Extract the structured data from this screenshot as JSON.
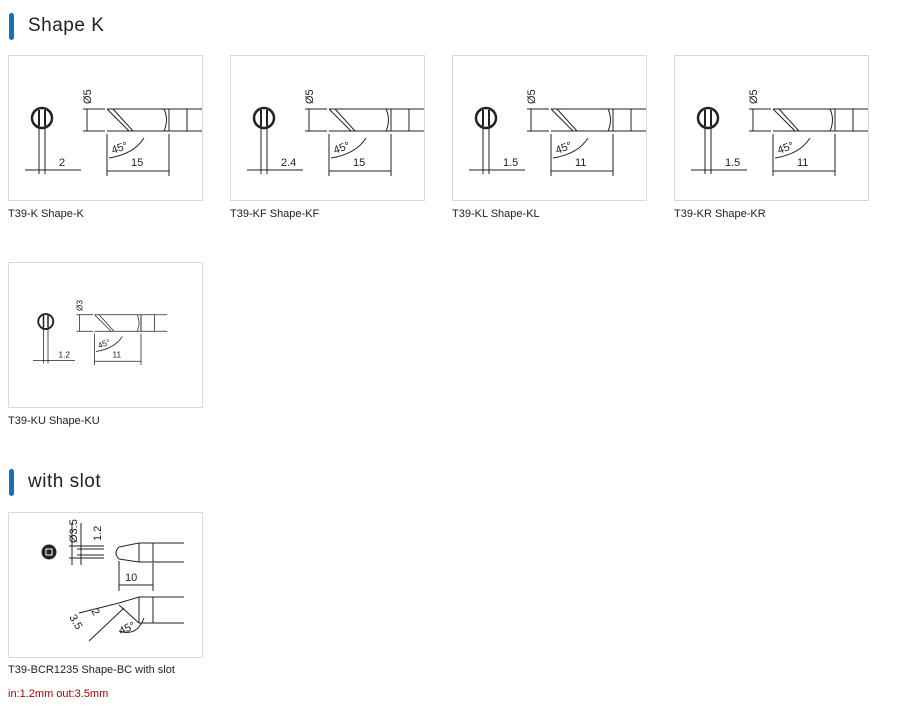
{
  "sections": [
    {
      "title": "Shape K"
    },
    {
      "title": "with slot"
    }
  ],
  "tips": [
    {
      "caption": "T39-K Shape-K",
      "dia": "Ø5",
      "width": "2",
      "length": "15",
      "angle": "45°"
    },
    {
      "caption": "T39-KF Shape-KF",
      "dia": "Ø5",
      "width": "2.4",
      "length": "15",
      "angle": "45°"
    },
    {
      "caption": "T39-KL Shape-KL",
      "dia": "Ø5",
      "width": "1.5",
      "length": "11",
      "angle": "45°"
    },
    {
      "caption": "T39-KR Shape-KR",
      "dia": "Ø5",
      "width": "1.5",
      "length": "11",
      "angle": "45°"
    },
    {
      "caption": "T39-KU Shape-KU",
      "dia": "Ø3",
      "width": "1.2",
      "length": "11",
      "angle": "45°"
    }
  ],
  "slot": {
    "caption": "T39-BCR1235 Shape-BC with slot",
    "note": "in:1.2mm out:3.5mm",
    "dia": "Ø3.5",
    "slot": "1.2",
    "length": "10",
    "d1": "2",
    "d2": "3.5",
    "angle": "45°"
  }
}
